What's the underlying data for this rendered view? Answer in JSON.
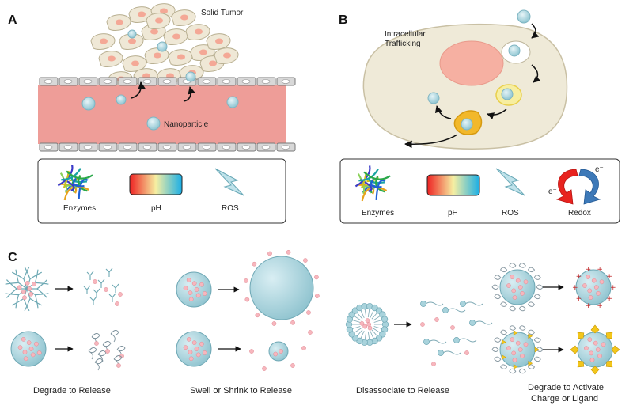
{
  "panels": {
    "a": {
      "letter": "A",
      "tumor_label": "Solid Tumor",
      "particle_label": "Nanoparticle",
      "stimuli": [
        "Enzymes",
        "pH",
        "ROS"
      ]
    },
    "b": {
      "letter": "B",
      "trafficking_label": [
        "Intracellular",
        "Trafficking"
      ],
      "stimuli": [
        "Enzymes",
        "pH",
        "ROS",
        "Redox"
      ],
      "electron_symbol": "e⁻"
    },
    "c": {
      "letter": "C",
      "mechanisms": [
        "Degrade to Release",
        "Swell or Shrink to Release",
        "Disassociate to Release",
        [
          "Degrade to Activate",
          "Charge or Ligand"
        ]
      ]
    }
  },
  "colors": {
    "vessel": "#ef9c98",
    "cell_fill": "#efe8d6",
    "nucleus": "#f4a896",
    "particle": "#a9d3dc",
    "gradient": [
      "#ef2b2b",
      "#f7f09a",
      "#1fb3e8"
    ]
  }
}
